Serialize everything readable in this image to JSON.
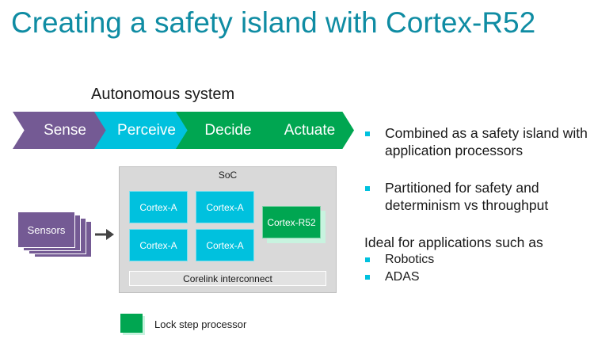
{
  "title": "Creating a safety island with Cortex-R52",
  "diagram": {
    "subtitle": "Autonomous system",
    "stages": [
      {
        "label": "Sense",
        "color": "#745a94"
      },
      {
        "label": "Perceive",
        "color": "#00c1de"
      },
      {
        "label": "Decide",
        "color": "#00a651"
      },
      {
        "label": "Actuate",
        "color": "#00a651"
      }
    ],
    "soc_label": "SoC",
    "cores": [
      "Cortex-A",
      "Cortex-A",
      "Cortex-A",
      "Cortex-A"
    ],
    "safety_core": "Cortex-R52",
    "interconnect": "Corelink interconnect",
    "sensors": "Sensors",
    "legend": "Lock step processor"
  },
  "bullets": {
    "items": [
      [
        "Combined as a safety island with",
        "application processors"
      ],
      [
        "Partitioned for safety and",
        "determinism vs throughput"
      ]
    ],
    "ideal_heading": "Ideal for applications such as",
    "applications": [
      "Robotics",
      "ADAS"
    ]
  }
}
